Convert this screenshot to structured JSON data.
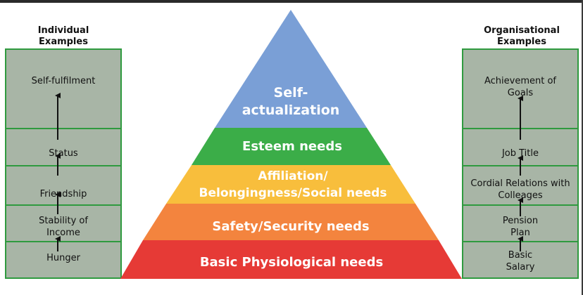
{
  "left_column": {
    "title_line1": "Individual",
    "title_line2": "Examples",
    "items": [
      {
        "label": "Self-fulfilment"
      },
      {
        "label": "Status"
      },
      {
        "label": "Friendship"
      },
      {
        "label": "Stability of Income"
      },
      {
        "label": "Hunger"
      }
    ]
  },
  "right_column": {
    "title_line1": "Organisational",
    "title_line2": "Examples",
    "items": [
      {
        "label": "Achievement of Goals"
      },
      {
        "label": "Job Title"
      },
      {
        "label": "Cordial Relations with Colleages"
      },
      {
        "label": "Pension Plan"
      },
      {
        "label": "Basic Salary"
      }
    ]
  },
  "pyramid": {
    "tiers": [
      {
        "line1": "Self-",
        "line2": "actualization",
        "color": "#7a9fd6"
      },
      {
        "line1": "Esteem needs",
        "line2": "",
        "color": "#3bad48"
      },
      {
        "line1": "Affiliation/",
        "line2": "Belongingness/Social needs",
        "color": "#f8be3c"
      },
      {
        "line1": "Safety/Security needs",
        "line2": "",
        "color": "#f3843e"
      },
      {
        "line1": "Basic Physiological needs",
        "line2": "",
        "color": "#e63a36"
      }
    ]
  },
  "colors": {
    "panel_fill": "#a8b5a6",
    "panel_border": "#2f9a3f",
    "arrow": "#111111"
  }
}
